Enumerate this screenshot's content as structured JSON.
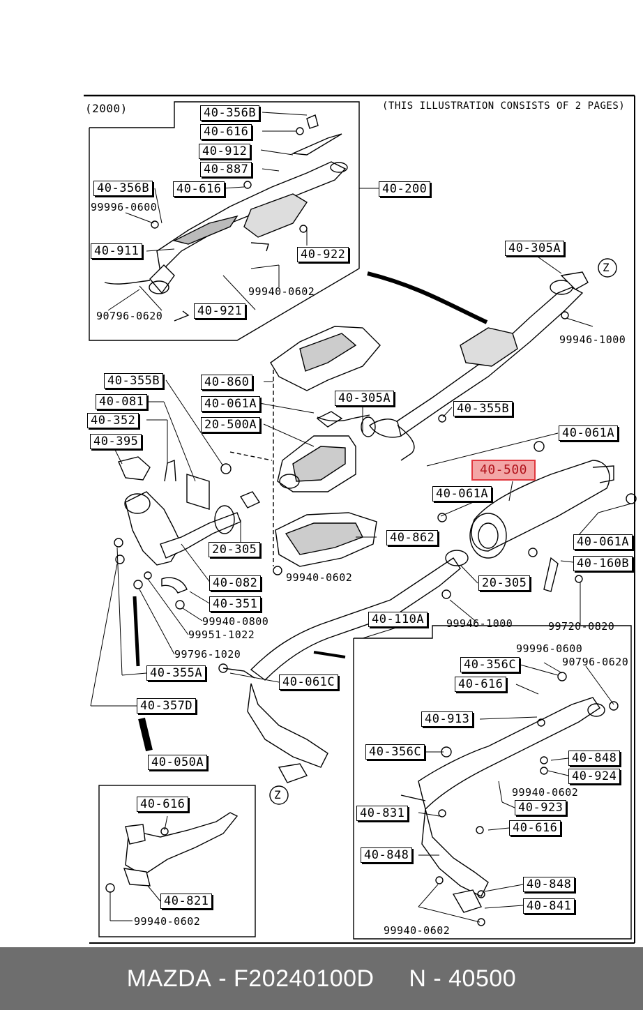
{
  "header": {
    "year": "(2000)",
    "note": "(THIS ILLUSTRATION CONSISTS OF  2 PAGES)"
  },
  "markers": {
    "z": "Z"
  },
  "highlight_color": "#e0383f",
  "labels": {
    "l_40_356B": "40-356B",
    "l_40_616_a": "40-616",
    "l_40_912": "40-912",
    "l_40_887": "40-887",
    "l_40_356B_2": "40-356B",
    "l_40_616_b": "40-616",
    "l_40_200": "40-200",
    "l_40_911": "40-911",
    "l_40_922": "40-922",
    "l_40_921": "40-921",
    "l_40_305A_a": "40-305A",
    "l_40_355B": "40-355B",
    "l_40_860": "40-860",
    "l_40_081": "40-081",
    "l_40_061A_a": "40-061A",
    "l_40_305A_b": "40-305A",
    "l_40_355B_2": "40-355B",
    "l_40_352": "40-352",
    "l_20_500A": "20-500A",
    "l_40_061A_b": "40-061A",
    "l_40_395": "40-395",
    "l_40_500": "40-500",
    "l_40_061A_c": "40-061A",
    "l_20_305_a": "20-305",
    "l_40_862": "40-862",
    "l_40_061A_d": "40-061A",
    "l_40_160B": "40-160B",
    "l_40_082": "40-082",
    "l_20_305_b": "20-305",
    "l_40_351": "40-351",
    "l_40_110A": "40-110A",
    "l_40_356C": "40-356C",
    "l_40_355A": "40-355A",
    "l_40_061C": "40-061C",
    "l_40_616_c": "40-616",
    "l_40_357D": "40-357D",
    "l_40_913": "40-913",
    "l_40_356C_2": "40-356C",
    "l_40_848_a": "40-848",
    "l_40_924": "40-924",
    "l_40_050A": "40-050A",
    "l_40_923": "40-923",
    "l_40_831": "40-831",
    "l_40_616_d": "40-616",
    "l_40_616_e": "40-616",
    "l_40_848_b": "40-848",
    "l_40_848_c": "40-848",
    "l_40_841": "40-841",
    "l_40_821": "40-821"
  },
  "part_numbers": {
    "p_99996_0600_a": "99996-0600",
    "p_99940_0602_a": "99940-0602",
    "p_90796_0620_a": "90796-0620",
    "p_99946_1000_a": "99946-1000",
    "p_99940_0602_b": "99940-0602",
    "p_99940_0800": "99940-0800",
    "p_99951_1022": "99951-1022",
    "p_99946_1000_b": "99946-1000",
    "p_99720_0820": "99720-0820",
    "p_99796_1020": "99796-1020",
    "p_99996_0600_b": "99996-0600",
    "p_90796_0620_b": "90796-0620",
    "p_99940_0602_c": "99940-0602",
    "p_99940_0602_d": "99940-0602",
    "p_99940_0602_e": "99940-0602"
  },
  "footer": {
    "brand": "MAZDA",
    "sep1": " - ",
    "code": "F20240100D",
    "gap": "     ",
    "n_label": "N",
    "sep2": " - ",
    "n_value": "40500"
  }
}
